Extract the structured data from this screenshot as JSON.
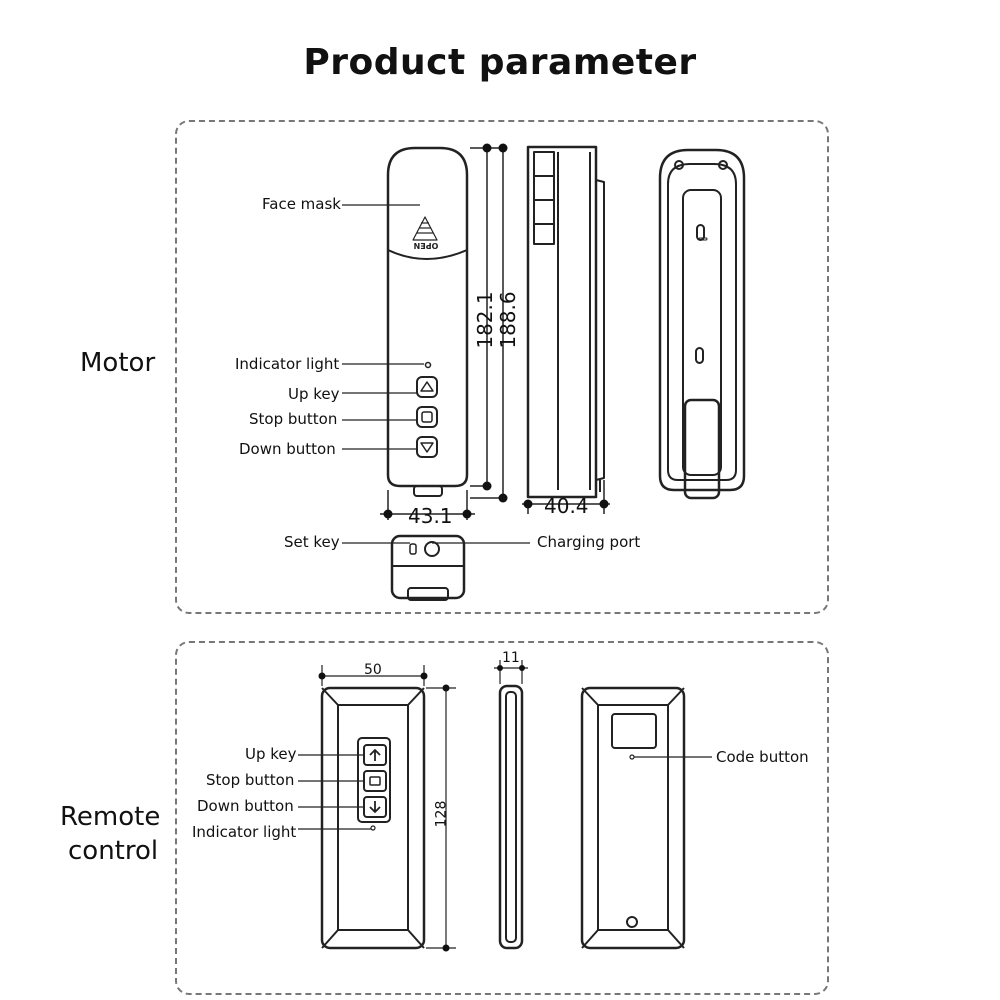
{
  "title": "Product parameter",
  "motor": {
    "section_label": "Motor",
    "labels": {
      "face_mask": "Face mask",
      "indicator_light": "Indicator light",
      "up_key": "Up key",
      "stop_button": "Stop button",
      "down_button": "Down button",
      "set_key": "Set key",
      "charging_port": "Charging port"
    },
    "face_text": "OPEN",
    "dimensions": {
      "height_inner": "182.1",
      "height_outer": "188.6",
      "width_front": "43.1",
      "depth_side": "40.4"
    }
  },
  "remote": {
    "section_label_line1": "Remote",
    "section_label_line2": "control",
    "labels": {
      "up_key": "Up key",
      "stop_button": "Stop button",
      "down_button": "Down button",
      "indicator_light": "Indicator light",
      "code_button": "Code button"
    },
    "dimensions": {
      "width": "50",
      "thickness": "11",
      "height": "128"
    }
  }
}
